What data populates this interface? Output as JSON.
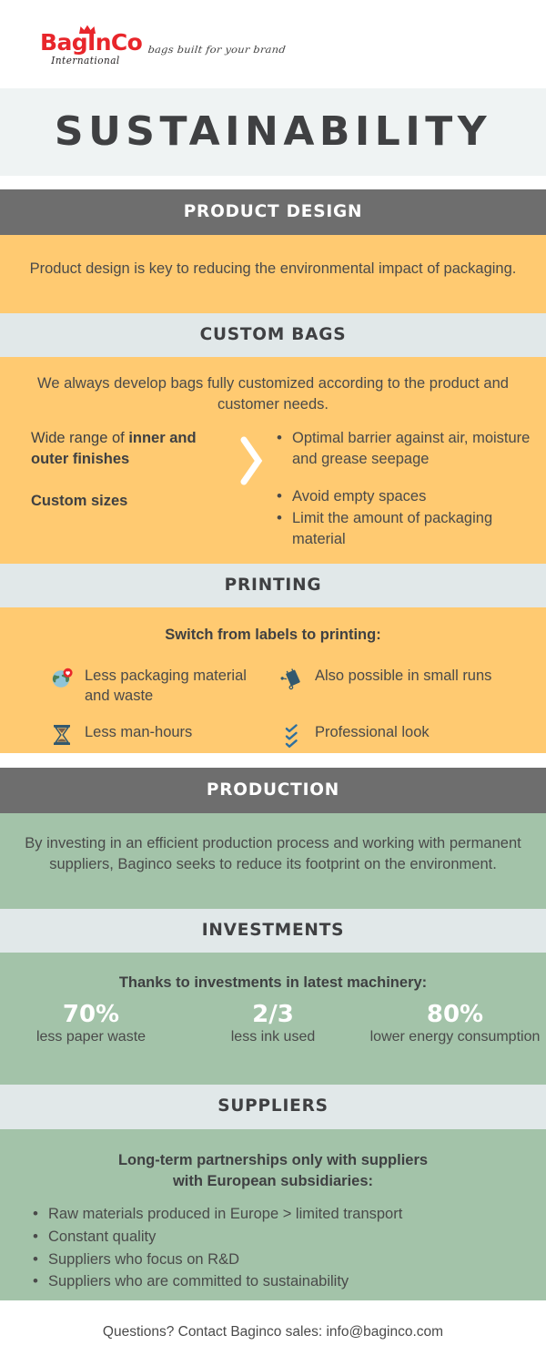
{
  "brand": {
    "logo_name": "BagInCo",
    "logo_subtitle": "International",
    "tagline": "bags built for your brand"
  },
  "title": "SUSTAINABILITY",
  "sections": {
    "product_design": {
      "header": "PRODUCT DESIGN",
      "body": "Product design is key to reducing the environmental impact of packaging."
    },
    "custom_bags": {
      "header": "CUSTOM BAGS",
      "intro": "We always develop bags fully customized according to the product and customer needs.",
      "left_line_1_plain": "Wide range of ",
      "left_line_1_bold": "inner and outer finishes",
      "left_line_2_bold": "Custom sizes",
      "right_group_1": [
        "Optimal barrier against air, moisture and grease seepage"
      ],
      "right_group_2": [
        "Avoid empty spaces",
        "Limit the amount of packaging material"
      ],
      "arrow_icon": "chevron-right-icon"
    },
    "printing": {
      "header": "PRINTING",
      "lead": "Switch from labels to printing:",
      "items": [
        {
          "icon": "globe-heart-icon",
          "label": "Less packaging material and waste"
        },
        {
          "icon": "package-bag-icon",
          "label": "Also possible in small runs"
        },
        {
          "icon": "hourglass-icon",
          "label": "Less man-hours"
        },
        {
          "icon": "checklist-icon",
          "label": "Professional look"
        }
      ]
    },
    "production": {
      "header": "PRODUCTION",
      "body": "By investing in an efficient production process and working with permanent suppliers, Baginco seeks to reduce its footprint on the environment."
    },
    "investments": {
      "header": "INVESTMENTS",
      "lead": "Thanks to investments in latest machinery:",
      "stats": [
        {
          "value": "70%",
          "label": "less paper waste"
        },
        {
          "value": "2/3",
          "label": "less ink used"
        },
        {
          "value": "80%",
          "label": "lower energy consumption"
        }
      ]
    },
    "suppliers": {
      "header": "SUPPLIERS",
      "lead_line_1": "Long-term partnerships only with suppliers",
      "lead_line_2": "with European subsidiaries:",
      "items": [
        "Raw materials produced in Europe > limited transport",
        "Constant quality",
        "Suppliers who focus on R&D",
        "Suppliers who are committed to sustainability"
      ]
    }
  },
  "footer": {
    "text": "Questions? Contact Baginco sales: info@baginco.com"
  },
  "colors": {
    "brand_red": "#e8262b",
    "header_dark": "#6e6e6e",
    "sub_header": "#e1e8e9",
    "orange": "#ffca71",
    "green": "#a3c3a9",
    "title_band": "#eff3f3",
    "text": "#4a4a4a"
  }
}
